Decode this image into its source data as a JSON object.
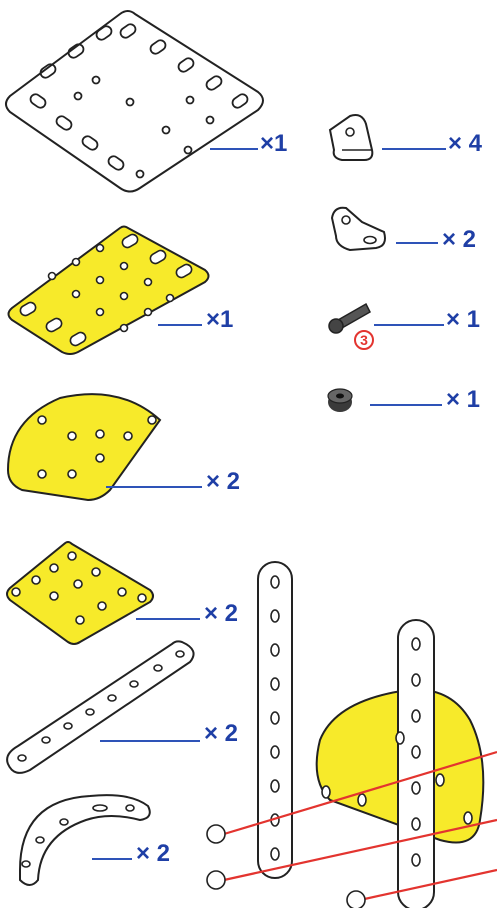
{
  "parts_list": {
    "left_column": [
      {
        "part": "flat-plate-large",
        "fill": "white",
        "quantity": "×1"
      },
      {
        "part": "flexible-plate",
        "fill": "yellow",
        "quantity": "×1"
      },
      {
        "part": "semi-circular-plate",
        "fill": "yellow",
        "quantity": "× 2"
      },
      {
        "part": "square-flat-plate",
        "fill": "yellow",
        "quantity": "× 2"
      },
      {
        "part": "flat-strip",
        "fill": "white",
        "quantity": "× 2"
      },
      {
        "part": "curved-strip",
        "fill": "white",
        "quantity": "× 2"
      }
    ],
    "right_column": [
      {
        "part": "angle-bracket-small",
        "quantity": "× 4"
      },
      {
        "part": "angle-bracket-obtuse",
        "quantity": "× 2"
      },
      {
        "part": "bolt",
        "quantity": "× 1",
        "bolt_size_badge": "3"
      },
      {
        "part": "spacer-collar",
        "quantity": "× 1"
      }
    ]
  },
  "colors": {
    "yellow_part": "#f7ea2a",
    "outline": "#222222",
    "label_blue": "#1f3fa6",
    "badge_red": "#e3342f",
    "guide_rod": "#e3342f"
  }
}
